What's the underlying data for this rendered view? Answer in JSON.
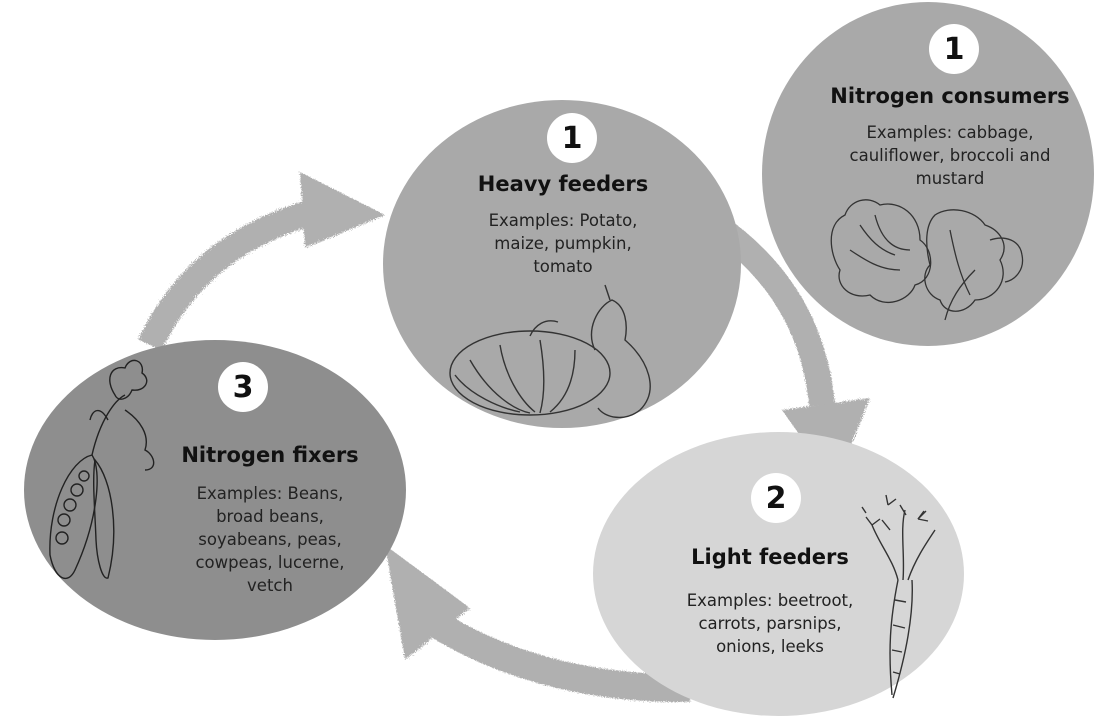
{
  "nodes": {
    "heavy": {
      "number": "1",
      "title": "Heavy feeders",
      "lines": [
        "Examples: Potato,",
        "maize, pumpkin,",
        "tomato"
      ],
      "fill": "#a9a9a9",
      "icon": "pumpkin-icon"
    },
    "consumers": {
      "number": "1",
      "title": "Nitrogen consumers",
      "lines": [
        "Examples: cabbage,",
        "cauliflower, broccoli and",
        "mustard"
      ],
      "fill": "#a9a9a9",
      "icon": "cabbage-icon"
    },
    "light": {
      "number": "2",
      "title": "Light feeders",
      "lines": [
        "Examples: beetroot,",
        "carrots, parsnips,",
        "onions, leeks"
      ],
      "fill": "#d6d6d6",
      "icon": "carrot-icon"
    },
    "fixers": {
      "number": "3",
      "title": "Nitrogen fixers",
      "lines": [
        "Examples: Beans,",
        "broad beans,",
        "soyabeans, peas,",
        "cowpeas, lucerne,",
        "vetch"
      ],
      "fill": "#8e8e8e",
      "icon": "pea-pod-icon"
    }
  },
  "arrow_color": "#a8a8a8"
}
